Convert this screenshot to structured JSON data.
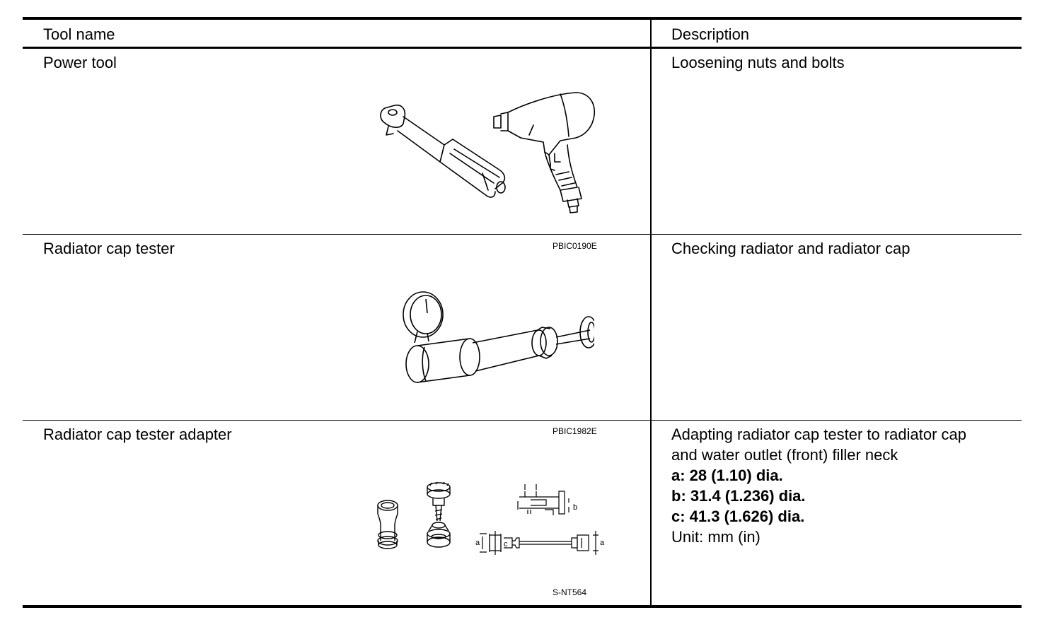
{
  "header": {
    "tool_name": "Tool name",
    "description": "Description"
  },
  "rows": [
    {
      "tool": "Power tool",
      "code": "PBIC0190E",
      "icon": "power-tool-illustration",
      "description": [
        "Loosening nuts and bolts"
      ]
    },
    {
      "tool": "Radiator cap tester",
      "code": "PBIC1982E",
      "icon": "radiator-cap-tester-illustration",
      "description": [
        "Checking radiator and radiator cap"
      ]
    },
    {
      "tool": "Radiator cap tester adapter",
      "code": "S-NT564",
      "icon": "radiator-cap-tester-adapter-illustration",
      "description": [
        "Adapting radiator cap tester to radiator cap",
        "and water outlet (front) filler neck"
      ],
      "specs": [
        "a: 28 (1.10) dia.",
        "b: 31.4 (1.236) dia.",
        "c: 41.3 (1.626) dia."
      ],
      "unit": "Unit: mm (in)",
      "dimension_labels": {
        "a": "a",
        "b": "b",
        "c": "c"
      }
    }
  ]
}
